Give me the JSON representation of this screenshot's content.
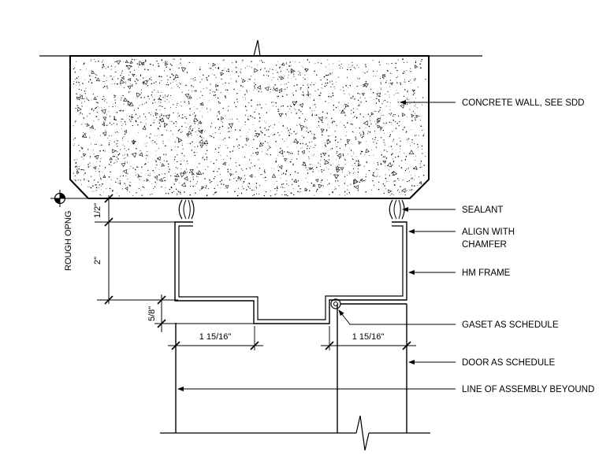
{
  "labels": {
    "concrete_wall": "CONCRETE WALL, SEE SDD",
    "sealant": "SEALANT",
    "align_1": "ALIGN WITH",
    "align_2": "CHAMFER",
    "hm_frame": "HM FRAME",
    "gasket": "GASET AS SCHEDULE",
    "door": "DOOR AS SCHEDULE",
    "assembly": "LINE OF ASSEMBLY BEYOUND"
  },
  "dimensions": {
    "half_inch": "1/2\"",
    "two_inch": "2\"",
    "five_eighths": "5/8\"",
    "face_width_left": "1 15/16\"",
    "face_width_right": "1 15/16\""
  },
  "rough_opening": "ROUGH OPNG"
}
